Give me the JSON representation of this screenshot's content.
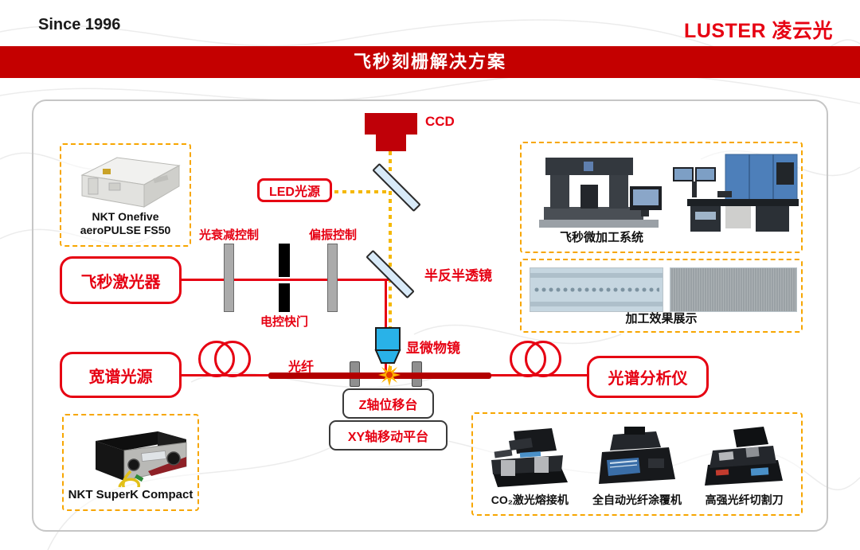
{
  "header": {
    "since": "Since 1996",
    "logo": "LUSTER 凌云光",
    "banner": "飞秒刻栅解决方案"
  },
  "colors": {
    "accent_red": "#e60012",
    "banner_red": "#c40000",
    "fiber_dark_red": "#b30000",
    "dashed_yellow": "#f7a600",
    "beam_dot_yellow": "#f5b800",
    "mirror_blue": "#d8eaf8",
    "objective_cyan": "#29b2e8"
  },
  "nodes": {
    "ccd": "CCD",
    "led": "LED光源",
    "femto_laser": "飞秒激光器",
    "attenuation": "光衰减控制",
    "shutter": "电控快门",
    "polarization": "偏振控制",
    "half_mirror": "半反半透镜",
    "objective": "显微物镜",
    "broadband": "宽谱光源",
    "fiber": "光纤",
    "z_stage": "Z轴位移台",
    "xy_stage": "XY轴移动平台",
    "spectrum": "光谱分析仪"
  },
  "products": {
    "laser_line1": "NKT Onefive",
    "laser_line2": "aeroPULSE FS50",
    "micro_system": "飞秒微加工系统",
    "effect_display": "加工效果展示",
    "superk": "NKT SuperK Compact",
    "splicer": "CO₂激光熔接机",
    "coater": "全自动光纤涂覆机",
    "cleaver": "高强光纤切割刀"
  }
}
